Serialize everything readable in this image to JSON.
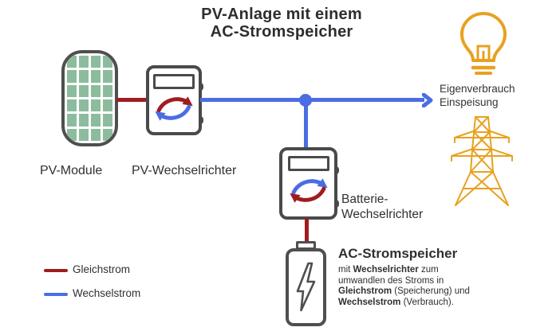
{
  "title": {
    "line1": "PV-Anlage mit einem",
    "line2": "AC-Stromspeicher"
  },
  "labels": {
    "pv_module": "PV-Module",
    "pv_inverter": "PV-Wechselrichter",
    "battery_inverter_line1": "Batterie-",
    "battery_inverter_line2": "Wechselrichter",
    "consumption_line1": "Eigenverbrauch",
    "consumption_line2": "Einspeisung"
  },
  "storage": {
    "heading": "AC-Stromspeicher",
    "description_segments": [
      {
        "text": "mit ",
        "bold": false
      },
      {
        "text": "Wechselrichter",
        "bold": true
      },
      {
        "text": " zum umwandlen des Stroms in ",
        "bold": false
      },
      {
        "text": "Gleichstrom",
        "bold": true
      },
      {
        "text": " (Speicherung) und ",
        "bold": false
      },
      {
        "text": "Wechselstrom",
        "bold": true
      },
      {
        "text": " (Verbrauch).",
        "bold": false
      }
    ]
  },
  "legend": [
    {
      "label": "Gleichstrom",
      "color": "#9f1d20"
    },
    {
      "label": "Wechselstrom",
      "color": "#4a6de3"
    }
  ],
  "colors": {
    "dc_red": "#9f1d20",
    "ac_blue": "#4a6de3",
    "icon_orange": "#e8a11f",
    "module_green": "#8cbc9d",
    "outline_gray": "#4a4a4a",
    "text": "#303030"
  },
  "icons": {
    "pv_module": "solar-panel-grid",
    "pv_inverter": "inverter-with-cycle-arrows",
    "battery_inverter": "inverter-with-cycle-arrows",
    "battery_storage": "battery-with-lightning-bolt",
    "consumption": "lightbulb",
    "grid_feed": "transmission-tower"
  }
}
